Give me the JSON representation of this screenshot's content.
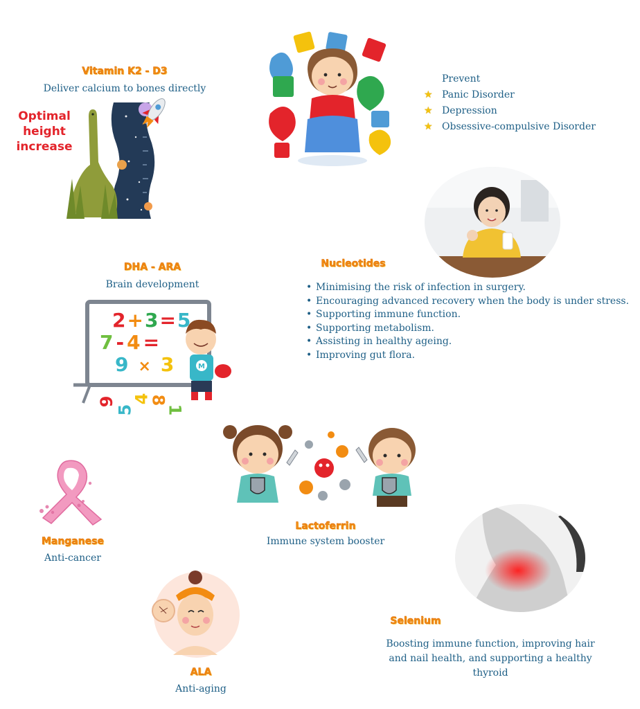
{
  "vitamin": {
    "title": "Vitamin K2 - D3",
    "description": "Deliver calcium to bones directly",
    "highlight": [
      "Optimal",
      "height",
      "increase"
    ]
  },
  "prevent": {
    "heading": "Prevent",
    "items": [
      "Panic Disorder",
      "Depression",
      "Obsessive-compulsive Disorder"
    ]
  },
  "dha": {
    "title": "DHA - ARA",
    "description": "Brain development",
    "board": {
      "line1": [
        "2",
        "+",
        "3",
        "=",
        "5"
      ],
      "line2": [
        "7",
        "-",
        "4",
        "="
      ],
      "line3": [
        "9",
        "×",
        "3"
      ],
      "floor": [
        "6",
        "5",
        "4",
        "8",
        "1"
      ]
    }
  },
  "nucleotides": {
    "title": "Nucleotides",
    "items": [
      "Minimising the risk of infection in surgery.",
      "Encouraging advanced recovery when the body is under stress.",
      "Supporting immune function.",
      "Supporting metabolism.",
      "Assisting in healthy ageing.",
      "Improving gut flora."
    ]
  },
  "lactoferrin": {
    "title": "Lactoferrin",
    "description": "Immune system booster"
  },
  "manganese": {
    "title": "Manganese",
    "description": "Anti-cancer"
  },
  "selenium": {
    "title": "Selenium",
    "description": [
      "Boosting immune function, improving hair",
      "and nail health, and supporting a healthy",
      "thyroid"
    ]
  },
  "ala": {
    "title": "ALA",
    "description": "Anti-aging"
  },
  "icons": {
    "star": "star-bullet-icon"
  }
}
